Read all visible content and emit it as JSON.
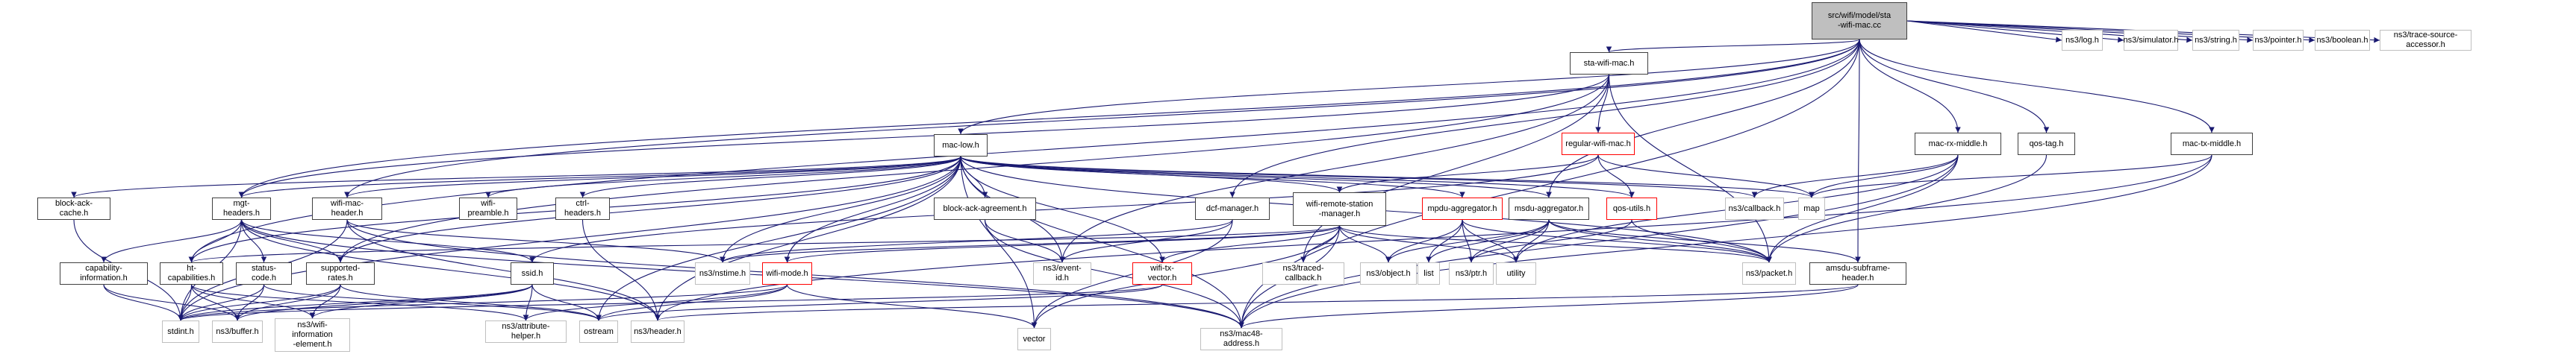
{
  "graph": {
    "title": "Include dependency graph for sta-wifi-mac.cc",
    "edge_color": "#191970",
    "style_colors": {
      "root_fill": "#bfbfbf",
      "local_border": "#404040",
      "system_border": "#bfbfbf",
      "truncated_border": "#ff0000"
    },
    "nodes": [
      {
        "id": "root",
        "label": "src/wifi/model/sta\n-wifi-mac.cc",
        "kind": "root"
      },
      {
        "id": "sta_wifi_mac",
        "label": "sta-wifi-mac.h",
        "kind": "local"
      },
      {
        "id": "log",
        "label": "ns3/log.h",
        "kind": "sys"
      },
      {
        "id": "simulator",
        "label": "ns3/simulator.h",
        "kind": "sys"
      },
      {
        "id": "string",
        "label": "ns3/string.h",
        "kind": "sys"
      },
      {
        "id": "pointer",
        "label": "ns3/pointer.h",
        "kind": "sys"
      },
      {
        "id": "boolean",
        "label": "ns3/boolean.h",
        "kind": "sys"
      },
      {
        "id": "trace_src",
        "label": "ns3/trace-source-accessor.h",
        "kind": "sys"
      },
      {
        "id": "mac_low",
        "label": "mac-low.h",
        "kind": "local"
      },
      {
        "id": "regular_wifi_mac",
        "label": "regular-wifi-mac.h",
        "kind": "trunc"
      },
      {
        "id": "mac_rx_middle",
        "label": "mac-rx-middle.h",
        "kind": "local"
      },
      {
        "id": "qos_tag",
        "label": "qos-tag.h",
        "kind": "local"
      },
      {
        "id": "mac_tx_middle",
        "label": "mac-tx-middle.h",
        "kind": "local"
      },
      {
        "id": "block_ack_cache",
        "label": "block-ack-cache.h",
        "kind": "local"
      },
      {
        "id": "mgt_headers",
        "label": "mgt-headers.h",
        "kind": "local"
      },
      {
        "id": "wifi_mac_header",
        "label": "wifi-mac-header.h",
        "kind": "local"
      },
      {
        "id": "wifi_preamble",
        "label": "wifi-preamble.h",
        "kind": "local"
      },
      {
        "id": "ctrl_headers",
        "label": "ctrl-headers.h",
        "kind": "local"
      },
      {
        "id": "block_ack_agreement",
        "label": "block-ack-agreement.h",
        "kind": "local"
      },
      {
        "id": "dcf_manager",
        "label": "dcf-manager.h",
        "kind": "local"
      },
      {
        "id": "wifi_remote_station_manager",
        "label": "wifi-remote-station\n-manager.h",
        "kind": "local"
      },
      {
        "id": "mpdu_aggregator",
        "label": "mpdu-aggregator.h",
        "kind": "trunc"
      },
      {
        "id": "msdu_aggregator",
        "label": "msdu-aggregator.h",
        "kind": "local"
      },
      {
        "id": "qos_utils",
        "label": "qos-utils.h",
        "kind": "trunc"
      },
      {
        "id": "callback",
        "label": "ns3/callback.h",
        "kind": "sys"
      },
      {
        "id": "map",
        "label": "map",
        "kind": "sys"
      },
      {
        "id": "capability_information",
        "label": "capability-information.h",
        "kind": "local"
      },
      {
        "id": "ht_capabilities",
        "label": "ht-capabilities.h",
        "kind": "local"
      },
      {
        "id": "status_code",
        "label": "status-code.h",
        "kind": "local"
      },
      {
        "id": "supported_rates",
        "label": "supported-rates.h",
        "kind": "local"
      },
      {
        "id": "ssid",
        "label": "ssid.h",
        "kind": "local"
      },
      {
        "id": "nstime",
        "label": "ns3/nstime.h",
        "kind": "sys"
      },
      {
        "id": "wifi_mode",
        "label": "wifi-mode.h",
        "kind": "trunc"
      },
      {
        "id": "event_id",
        "label": "ns3/event-id.h",
        "kind": "sys"
      },
      {
        "id": "wifi_tx_vector",
        "label": "wifi-tx-vector.h",
        "kind": "trunc"
      },
      {
        "id": "traced_callback",
        "label": "ns3/traced-callback.h",
        "kind": "sys"
      },
      {
        "id": "object",
        "label": "ns3/object.h",
        "kind": "sys"
      },
      {
        "id": "list",
        "label": "list",
        "kind": "sys"
      },
      {
        "id": "ptr",
        "label": "ns3/ptr.h",
        "kind": "sys"
      },
      {
        "id": "utility",
        "label": "utility",
        "kind": "sys"
      },
      {
        "id": "packet",
        "label": "ns3/packet.h",
        "kind": "sys"
      },
      {
        "id": "amsdu_subframe_header",
        "label": "amsdu-subframe-header.h",
        "kind": "local"
      },
      {
        "id": "stdint",
        "label": "stdint.h",
        "kind": "sys"
      },
      {
        "id": "buffer",
        "label": "ns3/buffer.h",
        "kind": "sys"
      },
      {
        "id": "wifi_info_element",
        "label": "ns3/wifi-information\n-element.h",
        "kind": "sys"
      },
      {
        "id": "attribute_helper",
        "label": "ns3/attribute-helper.h",
        "kind": "sys"
      },
      {
        "id": "ostream",
        "label": "ostream",
        "kind": "sys"
      },
      {
        "id": "header",
        "label": "ns3/header.h",
        "kind": "sys"
      },
      {
        "id": "vector",
        "label": "vector",
        "kind": "sys"
      },
      {
        "id": "mac48_address",
        "label": "ns3/mac48-address.h",
        "kind": "sys"
      }
    ],
    "edges": [
      [
        "root",
        "sta_wifi_mac"
      ],
      [
        "root",
        "log"
      ],
      [
        "root",
        "simulator"
      ],
      [
        "root",
        "string"
      ],
      [
        "root",
        "pointer"
      ],
      [
        "root",
        "boolean"
      ],
      [
        "root",
        "trace_src"
      ],
      [
        "root",
        "mac_low"
      ],
      [
        "root",
        "mac_rx_middle"
      ],
      [
        "root",
        "qos_tag"
      ],
      [
        "root",
        "mac_tx_middle"
      ],
      [
        "root",
        "mgt_headers"
      ],
      [
        "root",
        "wifi_mac_header"
      ],
      [
        "root",
        "msdu_aggregator"
      ],
      [
        "root",
        "amsdu_subframe_header"
      ],
      [
        "root",
        "mac48_address"
      ],
      [
        "root",
        "ht_capabilities"
      ],
      [
        "root",
        "dcf_manager"
      ],
      [
        "sta_wifi_mac",
        "regular_wifi_mac"
      ],
      [
        "sta_wifi_mac",
        "mgt_headers"
      ],
      [
        "sta_wifi_mac",
        "supported_rates"
      ],
      [
        "sta_wifi_mac",
        "event_id"
      ],
      [
        "sta_wifi_mac",
        "packet"
      ],
      [
        "sta_wifi_mac",
        "traced_callback"
      ],
      [
        "regular_wifi_mac",
        "wifi_remote_station_manager"
      ],
      [
        "regular_wifi_mac",
        "qos_utils"
      ],
      [
        "regular_wifi_mac",
        "map"
      ],
      [
        "regular_wifi_mac",
        "ssid"
      ],
      [
        "mac_low",
        "block_ack_cache"
      ],
      [
        "mac_low",
        "mgt_headers"
      ],
      [
        "mac_low",
        "wifi_mac_header"
      ],
      [
        "mac_low",
        "wifi_preamble"
      ],
      [
        "mac_low",
        "ctrl_headers"
      ],
      [
        "mac_low",
        "block_ack_agreement"
      ],
      [
        "mac_low",
        "wifi_remote_station_manager"
      ],
      [
        "mac_low",
        "mpdu_aggregator"
      ],
      [
        "mac_low",
        "msdu_aggregator"
      ],
      [
        "mac_low",
        "qos_utils"
      ],
      [
        "mac_low",
        "callback"
      ],
      [
        "mac_low",
        "map"
      ],
      [
        "mac_low",
        "nstime"
      ],
      [
        "mac_low",
        "wifi_mode"
      ],
      [
        "mac_low",
        "event_id"
      ],
      [
        "mac_low",
        "wifi_tx_vector"
      ],
      [
        "mac_low",
        "packet"
      ],
      [
        "mac_low",
        "stdint"
      ],
      [
        "mac_low",
        "vector"
      ],
      [
        "mac_low",
        "ostream"
      ],
      [
        "mac_low",
        "header"
      ],
      [
        "mac_low",
        "mac48_address"
      ],
      [
        "mac_low",
        "ht_capabilities"
      ],
      [
        "mac_low",
        "supported_rates"
      ],
      [
        "mac_rx_middle",
        "callback"
      ],
      [
        "mac_rx_middle",
        "map"
      ],
      [
        "mac_rx_middle",
        "packet"
      ],
      [
        "mac_rx_middle",
        "utility"
      ],
      [
        "mac_rx_middle",
        "mac48_address"
      ],
      [
        "qos_tag",
        "packet"
      ],
      [
        "mac_tx_middle",
        "map"
      ],
      [
        "mac_tx_middle",
        "mac48_address"
      ],
      [
        "mac_tx_middle",
        "header"
      ],
      [
        "block_ack_cache",
        "stdint"
      ],
      [
        "mgt_headers",
        "capability_information"
      ],
      [
        "mgt_headers",
        "ht_capabilities"
      ],
      [
        "mgt_headers",
        "status_code"
      ],
      [
        "mgt_headers",
        "supported_rates"
      ],
      [
        "mgt_headers",
        "ssid"
      ],
      [
        "mgt_headers",
        "stdint"
      ],
      [
        "mgt_headers",
        "mac48_address"
      ],
      [
        "mgt_headers",
        "header"
      ],
      [
        "wifi_mac_header",
        "stdint"
      ],
      [
        "wifi_mac_header",
        "mac48_address"
      ],
      [
        "wifi_mac_header",
        "nstime"
      ],
      [
        "wifi_mac_header",
        "header"
      ],
      [
        "ctrl_headers",
        "header"
      ],
      [
        "block_ack_agreement",
        "event_id"
      ],
      [
        "block_ack_agreement",
        "mac48_address"
      ],
      [
        "dcf_manager",
        "event_id"
      ],
      [
        "dcf_manager",
        "nstime"
      ],
      [
        "dcf_manager",
        "vector"
      ],
      [
        "wifi_remote_station_manager",
        "wifi_mode"
      ],
      [
        "wifi_remote_station_manager",
        "wifi_tx_vector"
      ],
      [
        "wifi_remote_station_manager",
        "traced_callback"
      ],
      [
        "wifi_remote_station_manager",
        "object"
      ],
      [
        "wifi_remote_station_manager",
        "vector"
      ],
      [
        "wifi_remote_station_manager",
        "mac48_address"
      ],
      [
        "wifi_remote_station_manager",
        "ht_capabilities"
      ],
      [
        "wifi_remote_station_manager",
        "utility"
      ],
      [
        "wifi_remote_station_manager",
        "packet"
      ],
      [
        "wifi_remote_station_manager",
        "nstime"
      ],
      [
        "mpdu_aggregator",
        "object"
      ],
      [
        "mpdu_aggregator",
        "list"
      ],
      [
        "mpdu_aggregator",
        "ptr"
      ],
      [
        "mpdu_aggregator",
        "utility"
      ],
      [
        "mpdu_aggregator",
        "packet"
      ],
      [
        "msdu_aggregator",
        "object"
      ],
      [
        "msdu_aggregator",
        "list"
      ],
      [
        "msdu_aggregator",
        "ptr"
      ],
      [
        "msdu_aggregator",
        "utility"
      ],
      [
        "msdu_aggregator",
        "packet"
      ],
      [
        "msdu_aggregator",
        "amsdu_subframe_header"
      ],
      [
        "qos_utils",
        "ptr"
      ],
      [
        "qos_utils",
        "packet"
      ],
      [
        "amsdu_subframe_header",
        "header"
      ],
      [
        "amsdu_subframe_header",
        "mac48_address"
      ],
      [
        "capability_information",
        "stdint"
      ],
      [
        "capability_information",
        "buffer"
      ],
      [
        "ht_capabilities",
        "stdint"
      ],
      [
        "ht_capabilities",
        "buffer"
      ],
      [
        "ht_capabilities",
        "wifi_info_element"
      ],
      [
        "ht_capabilities",
        "attribute_helper"
      ],
      [
        "status_code",
        "stdint"
      ],
      [
        "status_code",
        "buffer"
      ],
      [
        "status_code",
        "ostream"
      ],
      [
        "supported_rates",
        "stdint"
      ],
      [
        "supported_rates",
        "buffer"
      ],
      [
        "supported_rates",
        "wifi_info_element"
      ],
      [
        "supported_rates",
        "ostream"
      ],
      [
        "ssid",
        "stdint"
      ],
      [
        "ssid",
        "buffer"
      ],
      [
        "ssid",
        "wifi_info_element"
      ],
      [
        "ssid",
        "attribute_helper"
      ],
      [
        "ssid",
        "ostream"
      ],
      [
        "wifi_mode",
        "stdint"
      ],
      [
        "wifi_mode",
        "ostream"
      ],
      [
        "wifi_mode",
        "attribute_helper"
      ],
      [
        "wifi_mode",
        "vector"
      ],
      [
        "wifi_tx_vector",
        "stdint"
      ],
      [
        "wifi_tx_vector",
        "ostream"
      ]
    ]
  }
}
